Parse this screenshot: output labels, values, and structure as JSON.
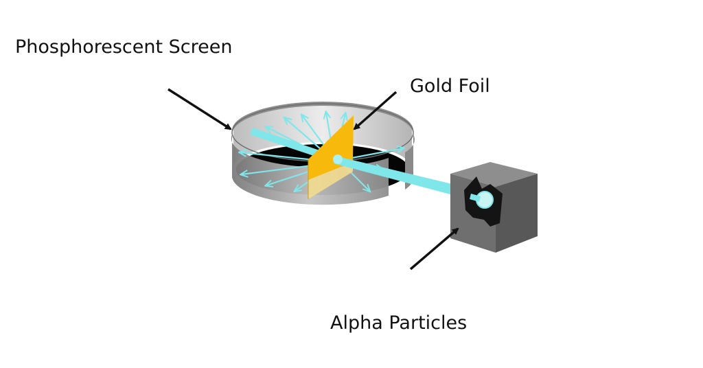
{
  "labels": {
    "screen": "Phosphorescent Screen",
    "foil": "Gold Foil",
    "alpha": "Alpha Particles"
  },
  "colors": {
    "screen_gray": "#9a9a9a",
    "gold": "#f7b90c",
    "beam": "#7fe6ea",
    "source_box": "#6e6e6e",
    "arrow": "#111111"
  }
}
